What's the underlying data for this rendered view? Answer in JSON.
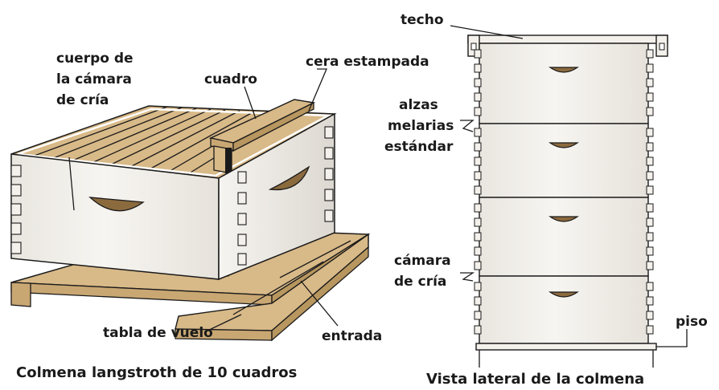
{
  "hive_left": {
    "labels": {
      "brood_body_line1": "cuerpo de",
      "brood_body_line2": "la cámara",
      "brood_body_line3": "de cría",
      "frame": "cuadro",
      "foundation": "cera estampada",
      "landing_board": "tabla de vuelo",
      "entrance": "entrada"
    },
    "caption": "Colmena langstroth de 10 cuadros"
  },
  "hive_side": {
    "labels": {
      "roof": "techo",
      "supers_line1": "alzas",
      "supers_line2": "melarias",
      "supers_line3": "estándar",
      "brood_line1": "cámara",
      "brood_line2": "de cría",
      "floor": "piso"
    },
    "caption": "Vista lateral de la colmena"
  },
  "colors": {
    "wood": "#d8b988",
    "wood_dark": "#b8965f",
    "box_face": "#f4f1ec",
    "box_side": "#e4e0d9",
    "handle": "#8b6a3e",
    "outline": "#1a1a1a"
  }
}
